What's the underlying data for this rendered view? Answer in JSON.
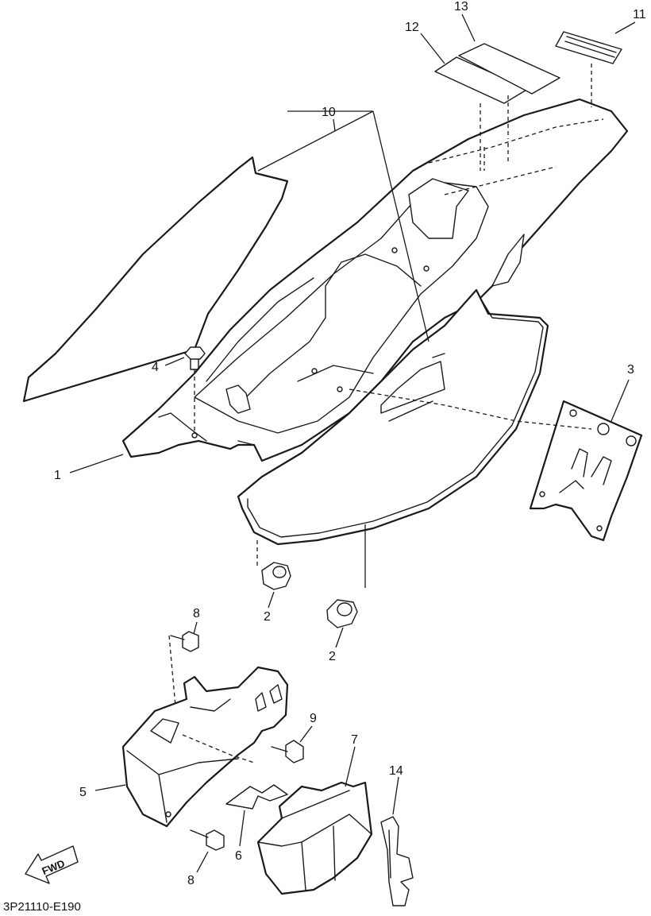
{
  "diagram_code": "3P21110-E190",
  "fwd_label": "FWD",
  "callouts": {
    "c1": "1",
    "c2a": "2",
    "c2b": "2",
    "c3": "3",
    "c4": "4",
    "c5": "5",
    "c6": "6",
    "c7": "7",
    "c8a": "8",
    "c8b": "8",
    "c9": "9",
    "c10": "10",
    "c11": "11",
    "c12": "12",
    "c13": "13",
    "c14": "14"
  }
}
